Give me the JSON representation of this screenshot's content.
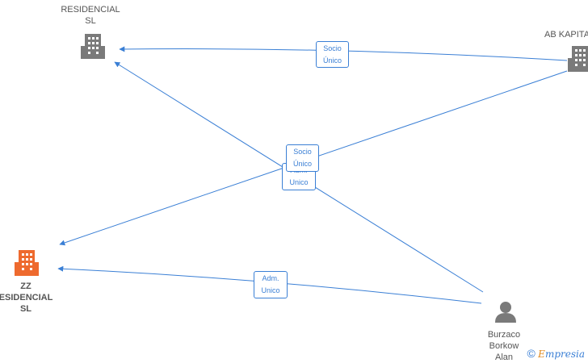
{
  "nodes": {
    "residencial": {
      "label": "RESIDENCIAL\nSL",
      "icon": "building-icon",
      "color": "#7a7a7a"
    },
    "ab_kapital": {
      "label": "AB KAPITA",
      "icon": "building-icon",
      "color": "#7a7a7a"
    },
    "zz_residencial": {
      "label": "ZZ\nESIDENCIAL\nSL",
      "icon": "building-icon",
      "color": "#ee6a2e"
    },
    "person": {
      "label": "Burzaco\nBorkow\nAlan",
      "icon": "person-icon",
      "color": "#7a7a7a"
    }
  },
  "edges": {
    "e1": "Socio\nÚnico",
    "e2": "Socio\nÚnico",
    "e3": "Adm.\nUnico",
    "e4": "Adm.\nUnico"
  },
  "colors": {
    "edge": "#3a7fd5"
  },
  "footer": {
    "copyright": "©",
    "brand_first": "E",
    "brand_rest": "mpresia"
  }
}
